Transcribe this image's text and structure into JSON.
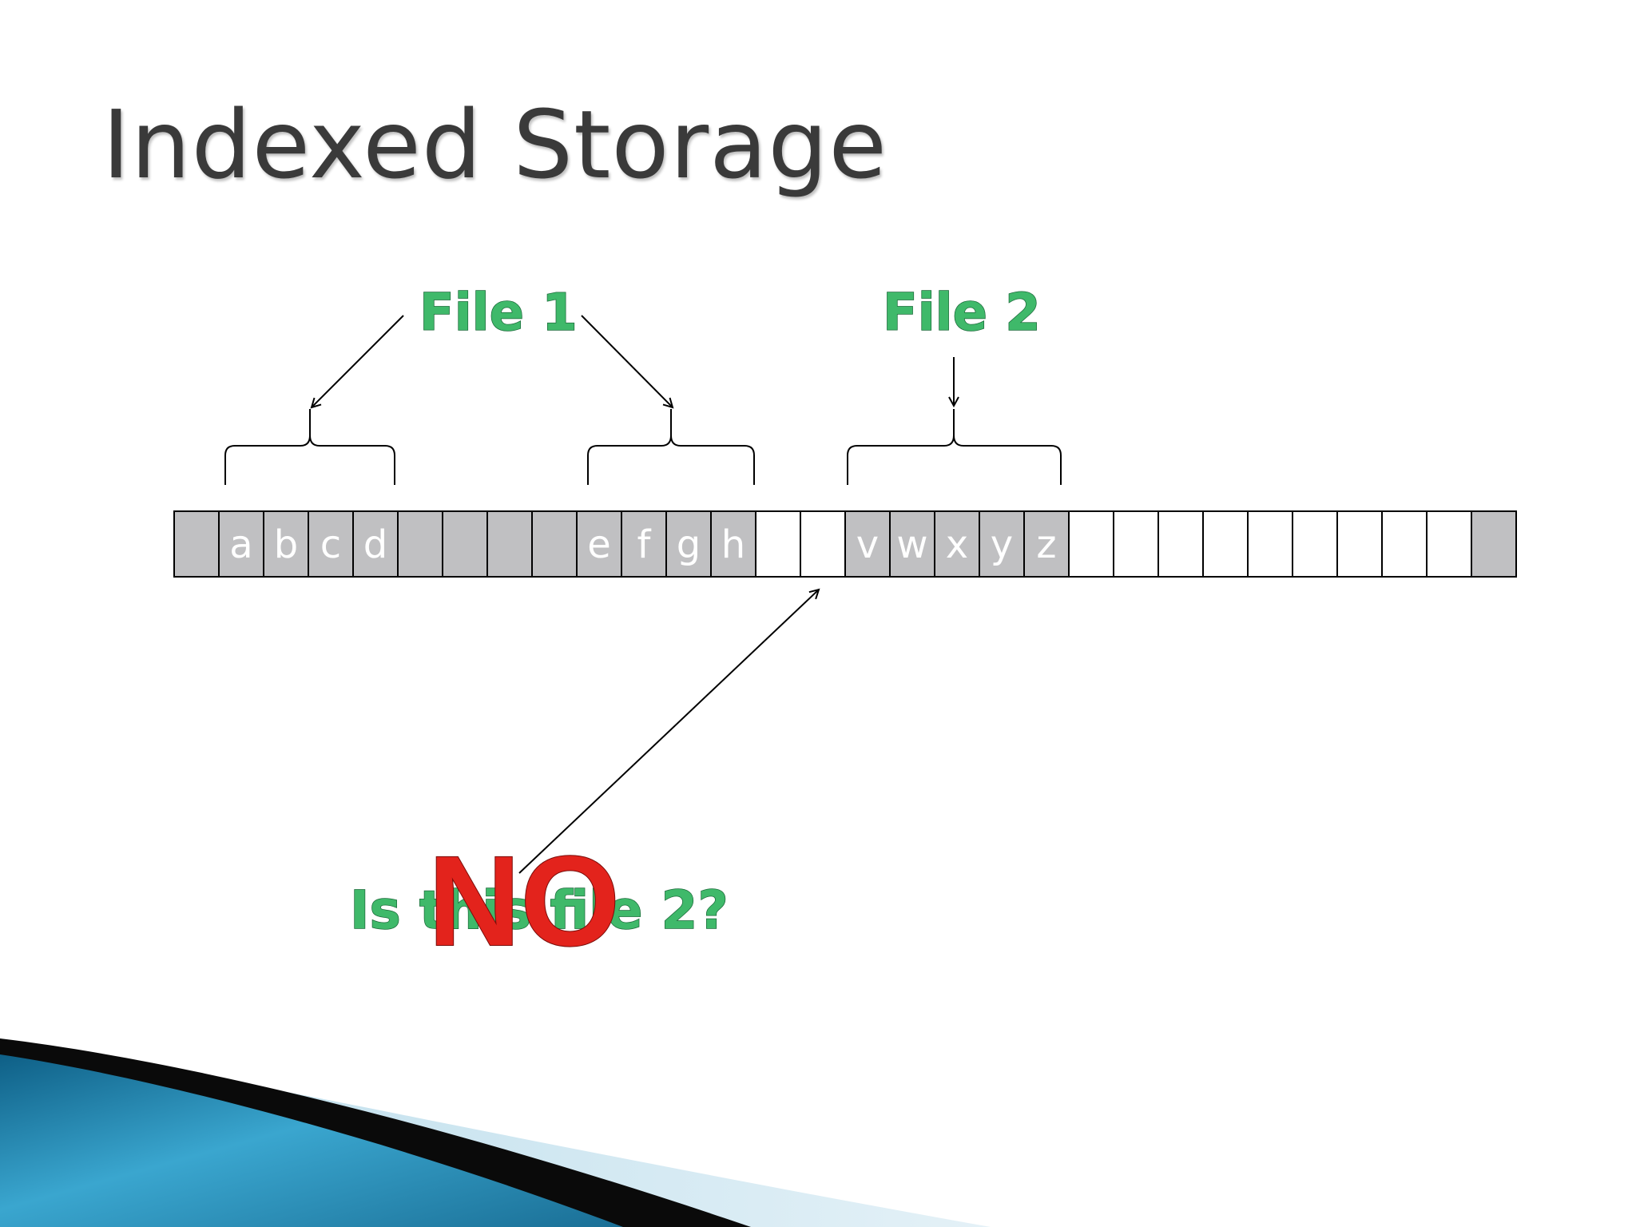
{
  "slide": {
    "title": "Indexed Storage"
  },
  "labels": {
    "file1": "File 1",
    "file2": "File 2",
    "question": "Is this file 2?",
    "answer": "NO"
  },
  "blocks": [
    {
      "letter": "",
      "filled": true
    },
    {
      "letter": "a",
      "filled": true
    },
    {
      "letter": "b",
      "filled": true
    },
    {
      "letter": "c",
      "filled": true
    },
    {
      "letter": "d",
      "filled": true
    },
    {
      "letter": "",
      "filled": true
    },
    {
      "letter": "",
      "filled": true
    },
    {
      "letter": "",
      "filled": true
    },
    {
      "letter": "",
      "filled": true
    },
    {
      "letter": "e",
      "filled": true
    },
    {
      "letter": "f",
      "filled": true
    },
    {
      "letter": "g",
      "filled": true
    },
    {
      "letter": "h",
      "filled": true
    },
    {
      "letter": "",
      "filled": false
    },
    {
      "letter": "",
      "filled": false
    },
    {
      "letter": "v",
      "filled": true
    },
    {
      "letter": "w",
      "filled": true
    },
    {
      "letter": "x",
      "filled": true
    },
    {
      "letter": "y",
      "filled": true
    },
    {
      "letter": "z",
      "filled": true
    },
    {
      "letter": "",
      "filled": false
    },
    {
      "letter": "",
      "filled": false
    },
    {
      "letter": "",
      "filled": false
    },
    {
      "letter": "",
      "filled": false
    },
    {
      "letter": "",
      "filled": false
    },
    {
      "letter": "",
      "filled": false
    },
    {
      "letter": "",
      "filled": false
    },
    {
      "letter": "",
      "filled": false
    },
    {
      "letter": "",
      "filled": false
    },
    {
      "letter": "",
      "filled": true
    }
  ],
  "colors": {
    "block_filled": "#c0c0c2",
    "block_empty": "#ffffff",
    "label_green": "#3fb96a",
    "no_red": "#e3231c",
    "title_gray": "#3a3a3a"
  }
}
